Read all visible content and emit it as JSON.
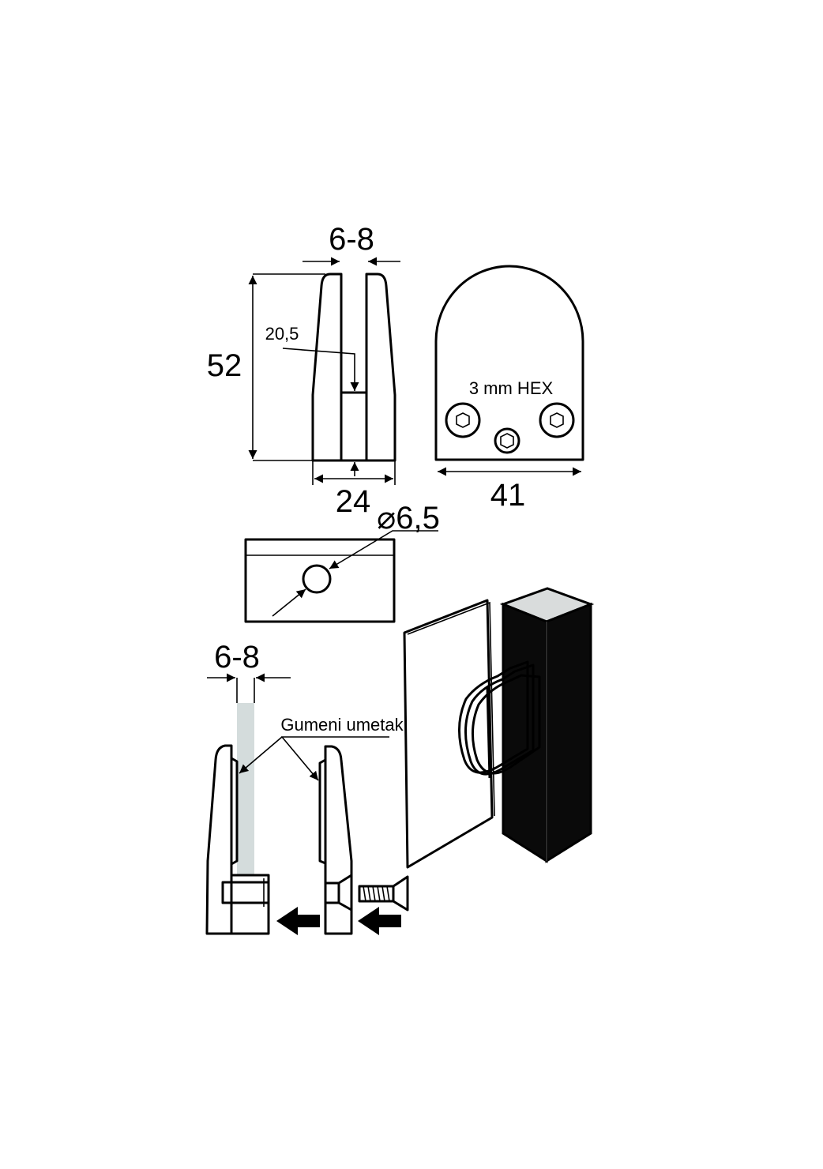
{
  "top_view": {
    "gap_label": "6-8",
    "height_label": "52",
    "depth_label": "20,5",
    "width_label": "24"
  },
  "front_view": {
    "hex_label": "3 mm HEX",
    "width_label": "41"
  },
  "plate_view": {
    "hole_label": "⌀6,5"
  },
  "assembly_view": {
    "gap_label": "6-8",
    "rubber_label": "Gumeni umetak",
    "glass_color": "#d4dcdc",
    "post_color": "#0a0a0a"
  }
}
